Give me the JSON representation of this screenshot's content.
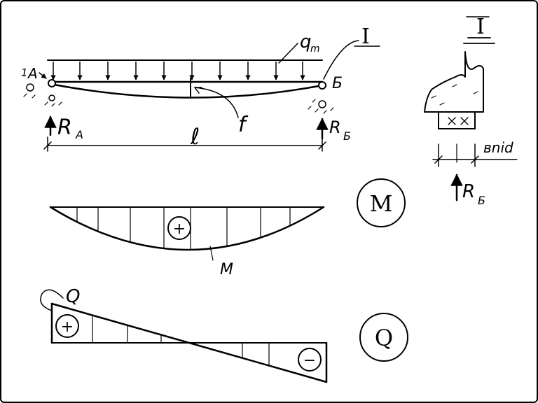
{
  "labels": {
    "load": "q",
    "load_sub": "m",
    "section_mark": "I",
    "section_title": "I",
    "support_a": "A",
    "support_a_prefix": "1",
    "support_b": "Б",
    "reaction_a": "R",
    "reaction_a_sub": "A",
    "reaction_b": "R",
    "reaction_b_sub": "Б",
    "span": "ℓ",
    "deflection": "f",
    "bearing_width": "вnid",
    "reaction_b_detail": "R",
    "reaction_b_detail_sub": "Б",
    "moment_curve": "M",
    "moment_circle": "M",
    "moment_sign": "+",
    "shear_label": "Q",
    "shear_circle": "Q",
    "shear_sign_pos": "+",
    "shear_sign_neg": "−"
  }
}
